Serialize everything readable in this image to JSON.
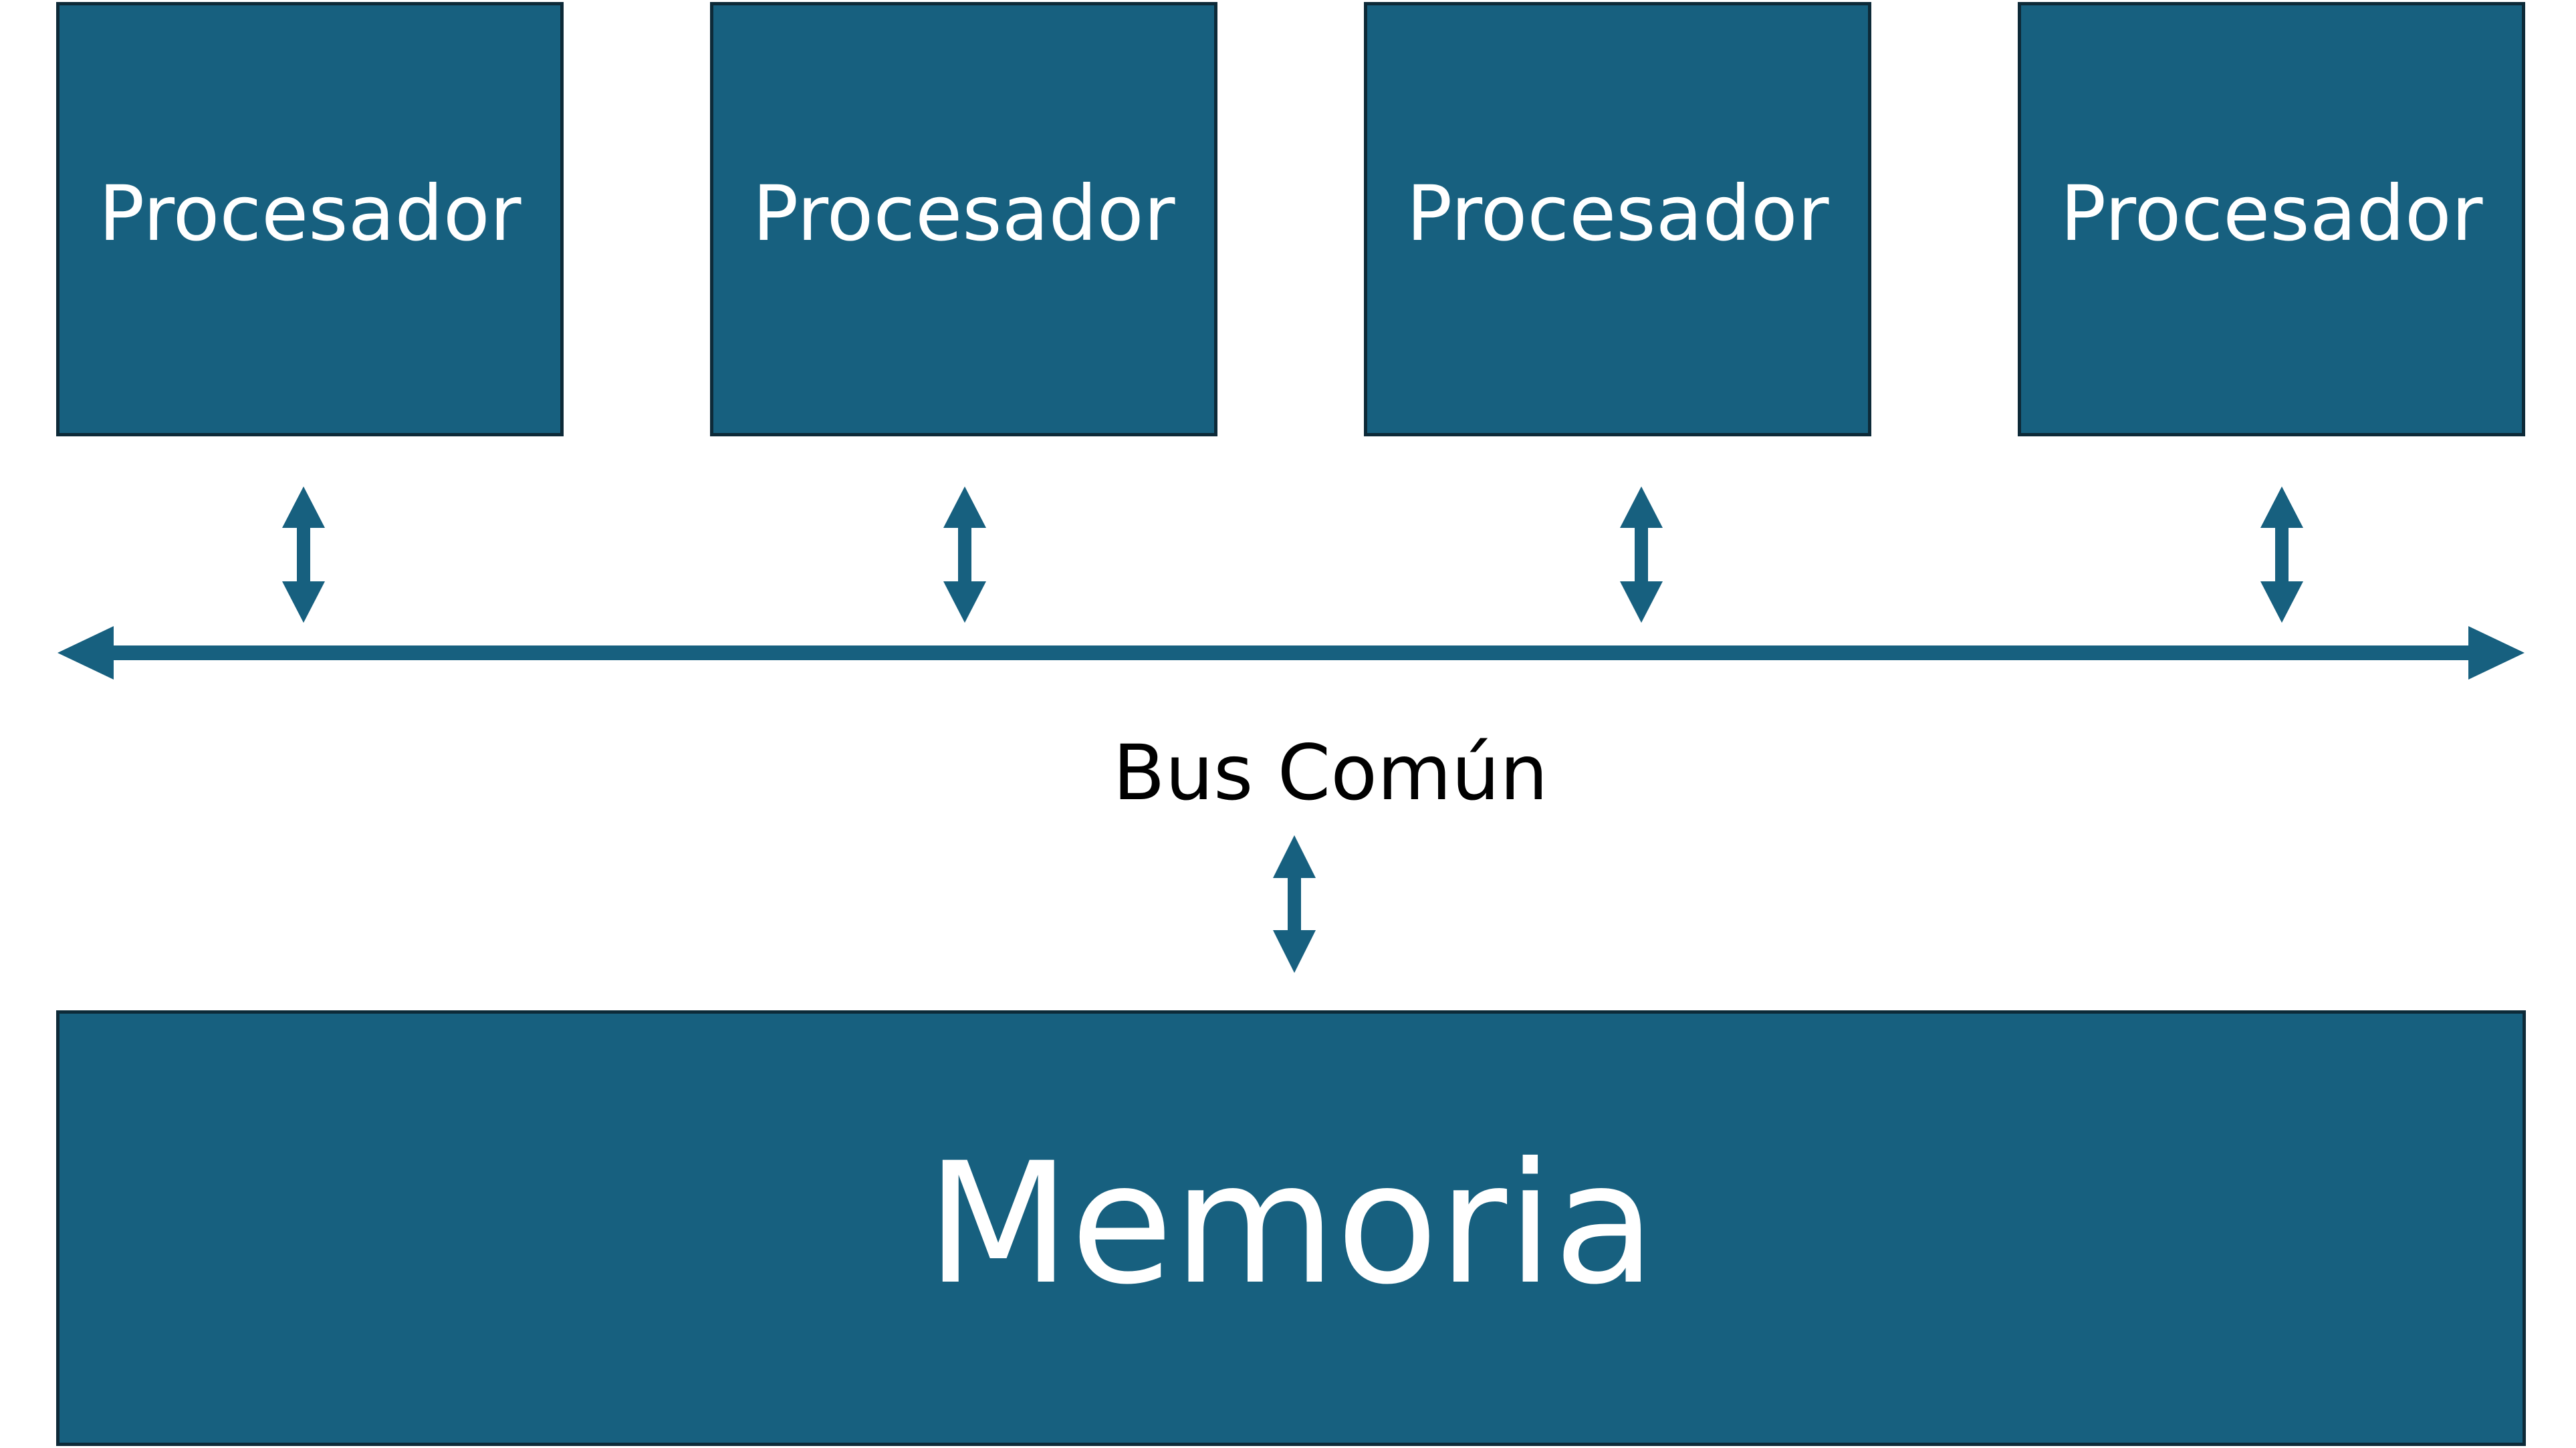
{
  "colors": {
    "box_fill": "#17607f",
    "box_border": "#0d2a38",
    "arrow": "#17607f",
    "label_on_box": "#ffffff",
    "label": "#000000"
  },
  "processors": [
    {
      "label": "Procesador"
    },
    {
      "label": "Procesador"
    },
    {
      "label": "Procesador"
    },
    {
      "label": "Procesador"
    }
  ],
  "bus": {
    "label": "Bus Común"
  },
  "memory": {
    "label": "Memoria"
  }
}
